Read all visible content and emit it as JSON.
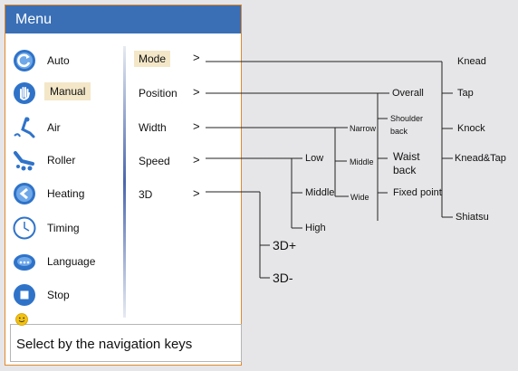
{
  "menu": {
    "title": "Menu",
    "items": [
      {
        "label": "Auto",
        "icon": "auto-icon"
      },
      {
        "label": "Manual",
        "icon": "hand-icon"
      },
      {
        "label": "Air",
        "icon": "air-seat-icon"
      },
      {
        "label": "Roller",
        "icon": "roller-icon"
      },
      {
        "label": "Heating",
        "icon": "heating-icon"
      },
      {
        "label": "Timing",
        "icon": "clock-icon"
      },
      {
        "label": "Language",
        "icon": "speech-bubble-icon"
      },
      {
        "label": "Stop",
        "icon": "stop-icon"
      }
    ],
    "selected_item": "Manual"
  },
  "submenu": {
    "items": [
      {
        "label": "Mode",
        "arrow": ">"
      },
      {
        "label": "Position",
        "arrow": ">"
      },
      {
        "label": "Width",
        "arrow": ">"
      },
      {
        "label": "Speed",
        "arrow": ">"
      },
      {
        "label": "3D",
        "arrow": ">"
      }
    ],
    "selected_item": "Mode"
  },
  "tree": {
    "mode": [
      "Knead",
      "Tap",
      "Knock",
      "Knead&Tap",
      "Shiatsu"
    ],
    "position": {
      "overall": "Overall",
      "shoulder": [
        "Shoulder",
        "back"
      ],
      "waist": [
        "Waist",
        "back"
      ],
      "fixed": "Fixed point"
    },
    "width": [
      "Narrow",
      "Middle",
      "Wide"
    ],
    "speed": [
      "Low",
      "Middle",
      "High"
    ],
    "three_d": [
      "3D+",
      "3D-"
    ]
  },
  "help_text": "Select by the navigation keys",
  "colors": {
    "header": "#3a6fb6",
    "panel_border": "#e08a2e",
    "selection": "#f3e7c8",
    "background": "#e6e6e8"
  }
}
